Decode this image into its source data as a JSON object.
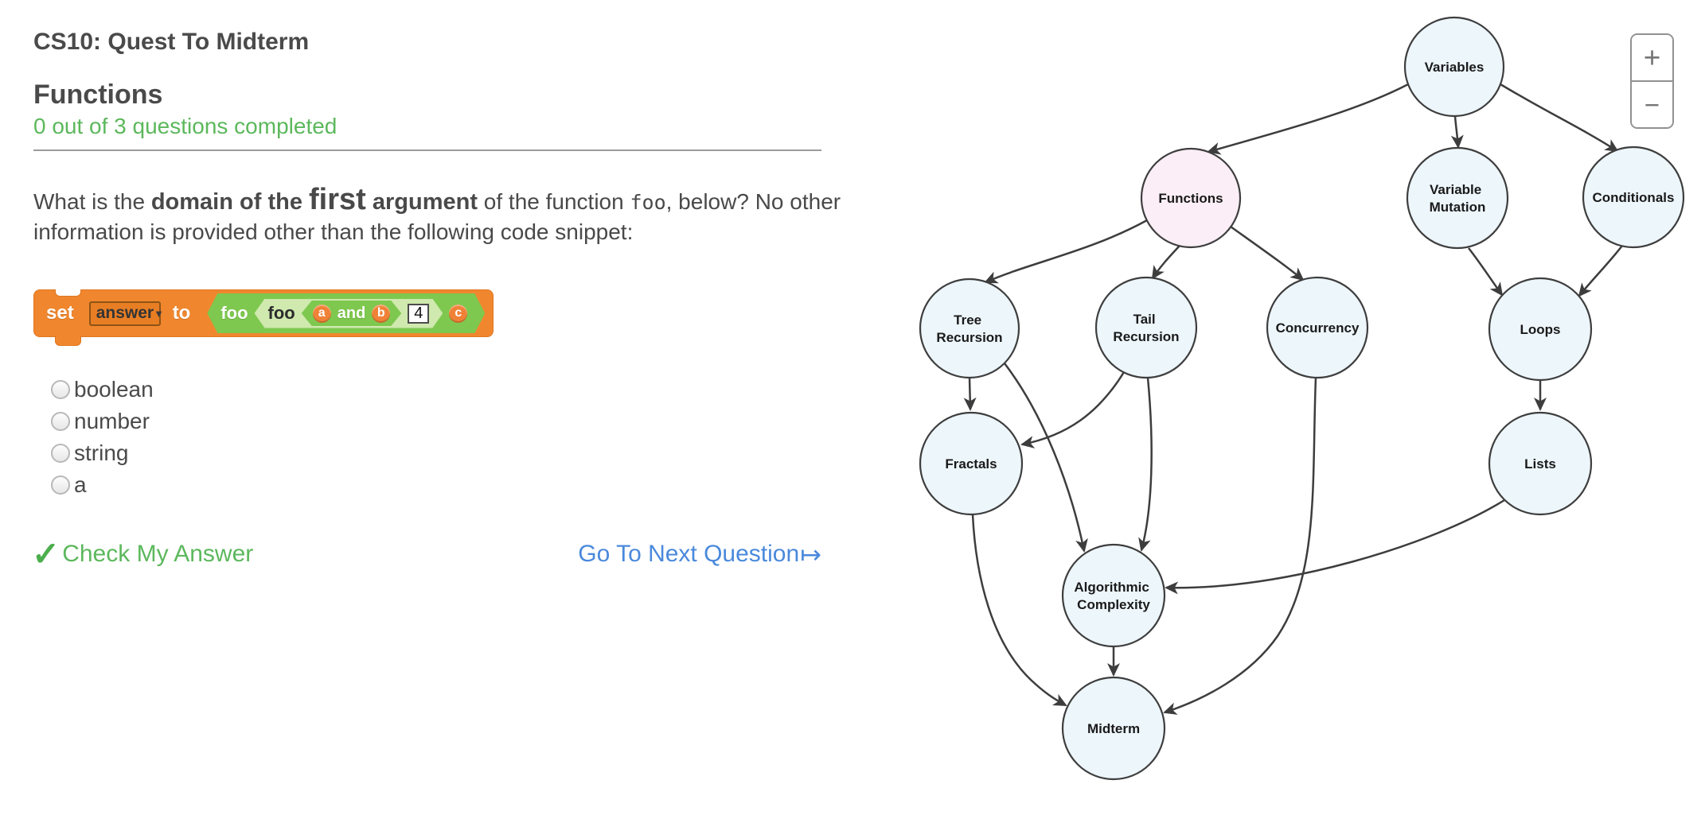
{
  "page": {
    "title": "CS10: Quest To Midterm"
  },
  "quiz": {
    "section_title": "Functions",
    "progress": "0 out of 3 questions completed",
    "question": {
      "part_intro": "What is the ",
      "part_bold_1": "domain of the ",
      "part_emphasis": "first",
      "part_bold_2": " argument",
      "part_mid": " of the function ",
      "part_code": "foo",
      "part_rest": ", below? No other information is provided other than the following code snippet:"
    },
    "snap_block": {
      "set_label": "set",
      "variable_name": "answer",
      "dropdown_arrow": "▼",
      "to_label": "to",
      "outer_call": "foo",
      "inner_call": "foo",
      "arg_a": "a",
      "and_operator": "and",
      "arg_b": "b",
      "literal_value": "4",
      "arg_c": "c"
    },
    "options": [
      {
        "label": "boolean"
      },
      {
        "label": "number"
      },
      {
        "label": "string"
      },
      {
        "label": "a"
      }
    ],
    "actions": {
      "check_icon": "✓",
      "check_label": "Check My Answer",
      "next_label": "Go To Next Question",
      "next_icon": "↦"
    }
  },
  "graph": {
    "zoom_in": "+",
    "zoom_out": "−",
    "nodes": {
      "variables": {
        "label": "Variables"
      },
      "functions": {
        "label": "Functions",
        "highlighted": true
      },
      "variable_mutation": {
        "line1": "Variable",
        "line2": "Mutation"
      },
      "conditionals": {
        "label": "Conditionals"
      },
      "tree_recursion": {
        "line1": "Tree",
        "line2": "Recursion"
      },
      "tail_recursion": {
        "line1": "Tail",
        "line2": "Recursion"
      },
      "concurrency": {
        "label": "Concurrency"
      },
      "loops": {
        "label": "Loops"
      },
      "fractals": {
        "label": "Fractals"
      },
      "lists": {
        "label": "Lists"
      },
      "algorithmic_complexity": {
        "line1": "Algorithmic",
        "line2": "Complexity"
      },
      "midterm": {
        "label": "Midterm"
      }
    },
    "edges": [
      {
        "from": "Variables",
        "to": "Functions"
      },
      {
        "from": "Variables",
        "to": "Variable Mutation"
      },
      {
        "from": "Variables",
        "to": "Conditionals"
      },
      {
        "from": "Functions",
        "to": "Tree Recursion"
      },
      {
        "from": "Functions",
        "to": "Tail Recursion"
      },
      {
        "from": "Functions",
        "to": "Concurrency"
      },
      {
        "from": "Variable Mutation",
        "to": "Loops"
      },
      {
        "from": "Conditionals",
        "to": "Loops"
      },
      {
        "from": "Tree Recursion",
        "to": "Fractals"
      },
      {
        "from": "Tree Recursion",
        "to": "Algorithmic Complexity"
      },
      {
        "from": "Tail Recursion",
        "to": "Fractals"
      },
      {
        "from": "Tail Recursion",
        "to": "Algorithmic Complexity"
      },
      {
        "from": "Concurrency",
        "to": "Midterm"
      },
      {
        "from": "Loops",
        "to": "Lists"
      },
      {
        "from": "Lists",
        "to": "Algorithmic Complexity"
      },
      {
        "from": "Fractals",
        "to": "Midterm"
      },
      {
        "from": "Algorithmic Complexity",
        "to": "Midterm"
      }
    ]
  },
  "colors": {
    "progress_green": "#5cb85c",
    "link_blue": "#4a89dc",
    "heading_gray": "#4a4a4a",
    "node_fill": "#edf6fb",
    "node_highlight_fill": "#fbeef6",
    "node_stroke": "#3e3e3e",
    "edge_stroke": "#3d3d3d",
    "snap_orange": "#f0872e",
    "snap_green": "#7ec84f",
    "snap_light_green": "#cfe9ae",
    "snap_oval_orange": "#f08238"
  }
}
